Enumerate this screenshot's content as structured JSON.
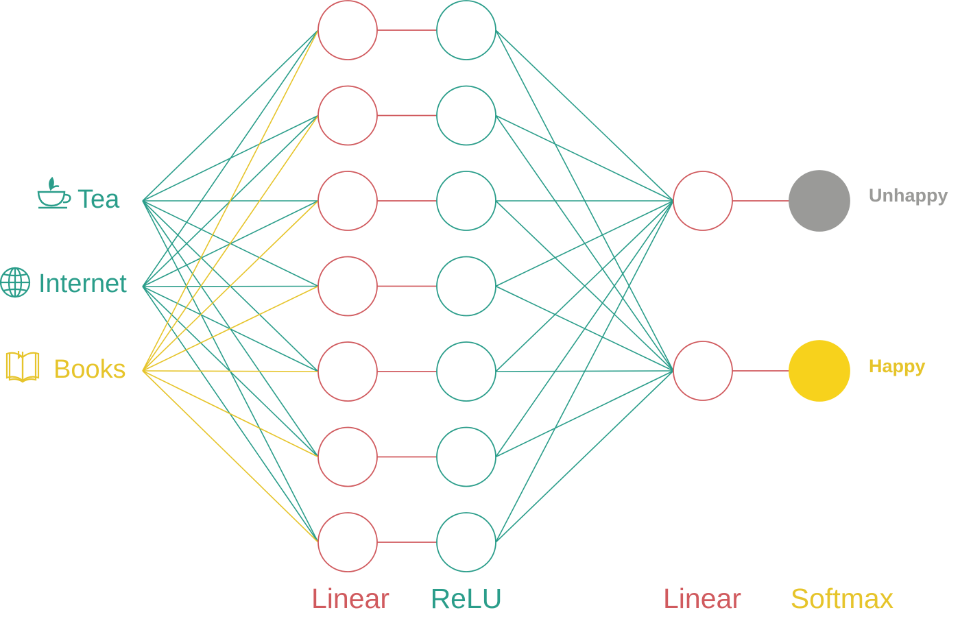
{
  "colors": {
    "teal": "#2a9d8a",
    "red": "#d05a5e",
    "yellow": "#e6c42a",
    "gray": "#9a9a98",
    "output_yellow": "#f7d21c"
  },
  "inputs": [
    {
      "label": "Tea",
      "icon": "teacup-icon",
      "color": "teal"
    },
    {
      "label": "Internet",
      "icon": "globe-icon",
      "color": "teal"
    },
    {
      "label": "Books",
      "icon": "book-icon",
      "color": "yellow"
    }
  ],
  "layers": {
    "hidden_linear_label": "Linear",
    "hidden_relu_label": "ReLU",
    "output_linear_label": "Linear",
    "softmax_label": "Softmax"
  },
  "hidden_units": 7,
  "outputs": [
    {
      "label": "Unhappy",
      "fill": "gray"
    },
    {
      "label": "Happy",
      "fill": "output_yellow"
    }
  ]
}
